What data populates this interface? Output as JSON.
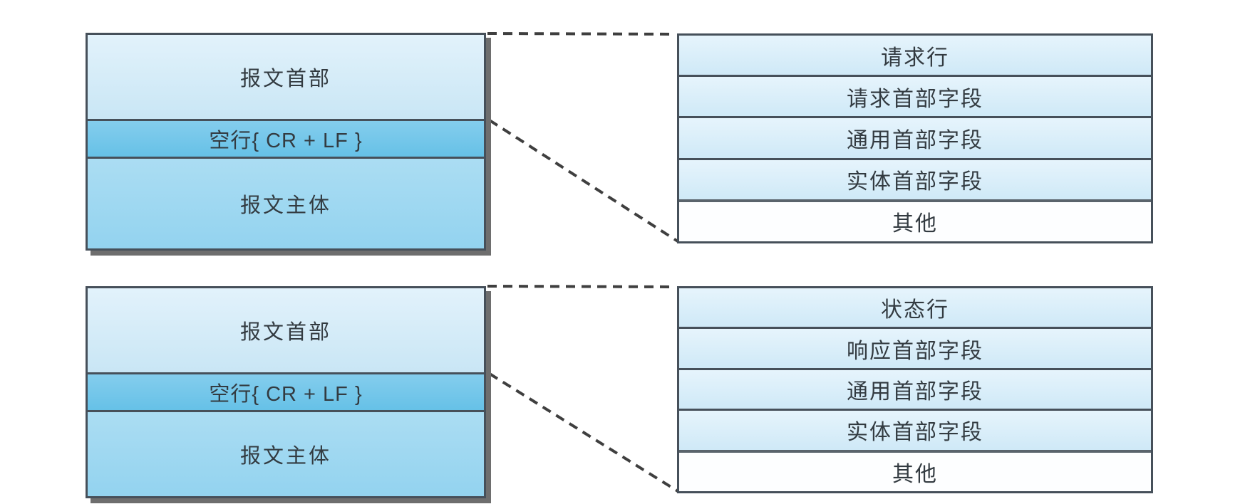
{
  "colors": {
    "background": "#ffffff",
    "box_border": "#46505a",
    "header_section_fill_top": "#e2f2fb",
    "header_section_fill_bottom": "#c9e6f5",
    "blank_line_fill": "#72c7ea",
    "body_section_fill": "#a0d8f1",
    "detail_row_fill": "#d9edf8",
    "detail_last_row_fill": "#fdfeff",
    "connector_line": "#3f3f3f",
    "box_shadow": "#6e6e6e",
    "text": "#333b41"
  },
  "diagrams": [
    {
      "name": "request-message",
      "left_box": {
        "sections": [
          {
            "label": "报文首部"
          },
          {
            "label": "空行{ CR + LF }"
          },
          {
            "label": "报文主体"
          }
        ]
      },
      "right_box": {
        "rows": [
          {
            "label": "请求行"
          },
          {
            "label": "请求首部字段"
          },
          {
            "label": "通用首部字段"
          },
          {
            "label": "实体首部字段"
          },
          {
            "label": "其他"
          }
        ]
      }
    },
    {
      "name": "response-message",
      "left_box": {
        "sections": [
          {
            "label": "报文首部"
          },
          {
            "label": "空行{ CR + LF }"
          },
          {
            "label": "报文主体"
          }
        ]
      },
      "right_box": {
        "rows": [
          {
            "label": "状态行"
          },
          {
            "label": "响应首部字段"
          },
          {
            "label": "通用首部字段"
          },
          {
            "label": "实体首部字段"
          },
          {
            "label": "其他"
          }
        ]
      }
    }
  ]
}
